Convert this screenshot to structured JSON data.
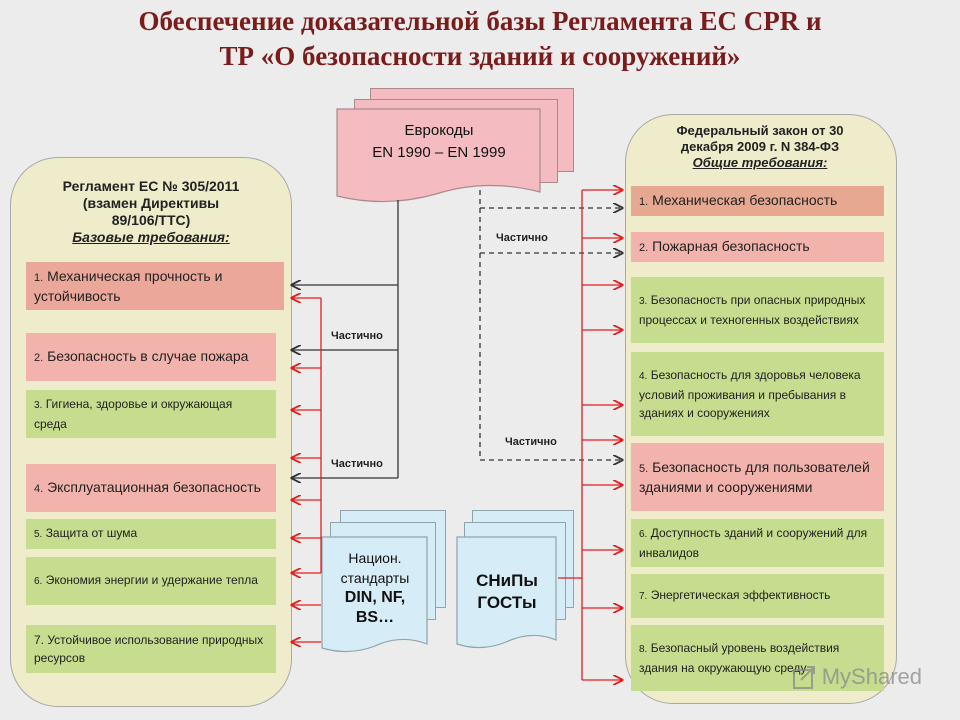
{
  "title": {
    "line1": "Обеспечение доказательной базы Регламента ЕС CPR и",
    "line2": "ТР «О безопасности зданий и сооружений»"
  },
  "eurocodes": {
    "line1": "Еврокоды",
    "line2": "EN 1990 – EN 1999"
  },
  "left": {
    "head_line1": "Регламент ЕС № 305/2011",
    "head_line2": "(взамен Директивы",
    "head_line3": "89/106/ТТС)",
    "subhead": "Базовые требования:",
    "items": [
      {
        "num": "1.",
        "text": "Механическая прочность и устойчивость"
      },
      {
        "num": "2.",
        "text": "Безопасность в случае пожара"
      },
      {
        "num": "3.",
        "text": "Гигиена, здоровье и окружающая среда"
      },
      {
        "num": "4.",
        "text": "Эксплуатационная безопасность"
      },
      {
        "num": "5.",
        "text": "Защита от шума"
      },
      {
        "num": "6.",
        "text": "Экономия энергии и удержание тепла"
      },
      {
        "num": "7.",
        "text": "Устойчивое использование природных ресурсов"
      }
    ]
  },
  "right": {
    "head_line1": "Федеральный закон от 30",
    "head_line2": "декабря 2009 г. N 384-ФЗ",
    "subhead": "Общие требования:",
    "items": [
      {
        "num": "1.",
        "text": "Механическая безопасность"
      },
      {
        "num": "2.",
        "text": "Пожарная безопасность"
      },
      {
        "num": "3.",
        "text": "Безопасность при опасных природных процессах и техногенных воздействиях"
      },
      {
        "num": "4.",
        "text": "Безопасность для здоровья человека условий проживания и пребывания в зданиях и сооружениях"
      },
      {
        "num": "5.",
        "text": "Безопасность для пользователей зданиями и сооружениями"
      },
      {
        "num": "6.",
        "text": "Доступность зданий и сооружений для инвалидов"
      },
      {
        "num": "7.",
        "text": "Энергетическая эффективность"
      },
      {
        "num": "8.",
        "text": "Безопасный уровень воздействия здания на окружающую среду"
      }
    ]
  },
  "national": {
    "line1": "Национ.",
    "line2": "стандарты",
    "line3": "DIN, NF,",
    "line4": "BS…"
  },
  "snip": {
    "line1": "СНиПы",
    "line2": "ГОСТы"
  },
  "labels": {
    "partial": "Частично"
  },
  "watermark": "MyShared",
  "colors": {
    "title": "#7b1c1c",
    "panel": "#eeeccb",
    "red_item": "#eba799",
    "green_item": "#c6dc8e",
    "arrow_red": "#e02020",
    "eurocode_doc": "#f4bcc1",
    "standard_doc": "#d6ecf6"
  }
}
